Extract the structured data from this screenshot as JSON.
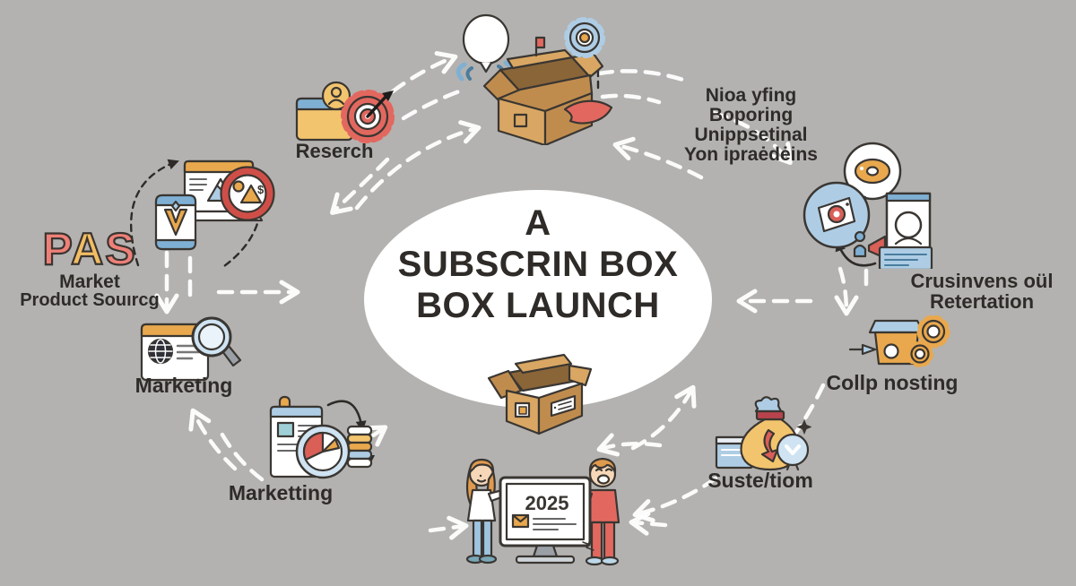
{
  "colors": {
    "background": "#b3b2b0",
    "ellipse": "#ffffff",
    "text": "#2e2b28",
    "arrow_white": "#ffffff",
    "accent_red": "#e2685f",
    "accent_orange": "#e9a84d",
    "accent_yellow": "#f2c46d",
    "accent_blue": "#aecde5",
    "cardboard": "#d9a763"
  },
  "center": {
    "title_line1": "A",
    "title_line2": "SUBSCRIN BOX",
    "title_line3": "BOX LAUNCH"
  },
  "nodes": {
    "research": {
      "label": "Reserch"
    },
    "pas": {
      "letters": [
        "P",
        "A",
        "S"
      ],
      "line1": "Market",
      "line2": "Product Souırcg",
      "badge_symbol": "$"
    },
    "marketing": {
      "label": "Marketing"
    },
    "marketting": {
      "label": "Marketting"
    },
    "audience": {
      "lines": [
        "Nioa yfing",
        "Boporing",
        "Unippsetinal",
        "Yon ipraėdėins"
      ]
    },
    "retention": {
      "line1": "Crusinvens oül",
      "line2": "Retertation"
    },
    "collab": {
      "label": "Collp nosting"
    },
    "sustain": {
      "label": "Suste/tiom"
    },
    "launch_team": {
      "year": "2025"
    }
  }
}
